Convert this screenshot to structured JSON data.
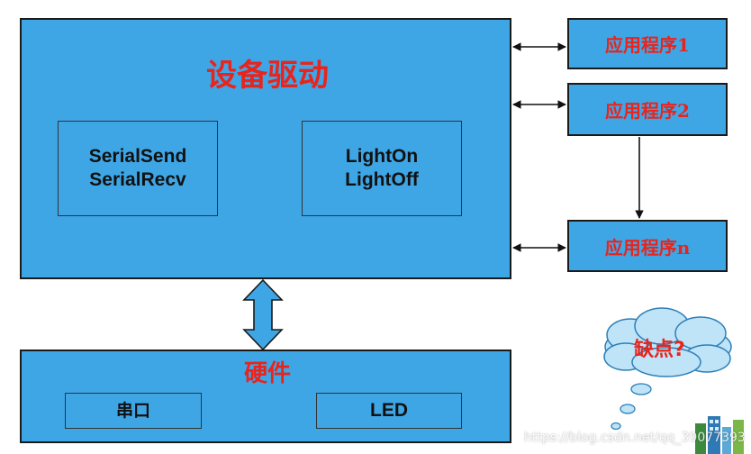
{
  "driver": {
    "title": "设备驱动",
    "serial_box": {
      "line1": "SerialSend",
      "line2": "SerialRecv"
    },
    "light_box": {
      "line1": "LightOn",
      "line2": "LightOff"
    }
  },
  "apps": [
    {
      "label": "应用程序1"
    },
    {
      "label": "应用程序2"
    },
    {
      "label": "应用程序n"
    }
  ],
  "hardware": {
    "title": "硬件",
    "serial_port": "串口",
    "led": "LED"
  },
  "thought": {
    "text": "缺点?"
  },
  "watermark": "https://blog.csdn.net/qq_39077393",
  "colors": {
    "box_fill": "#3fa6e6",
    "title_red": "#e8241c",
    "cloud_fill": "#bfe3f7"
  }
}
